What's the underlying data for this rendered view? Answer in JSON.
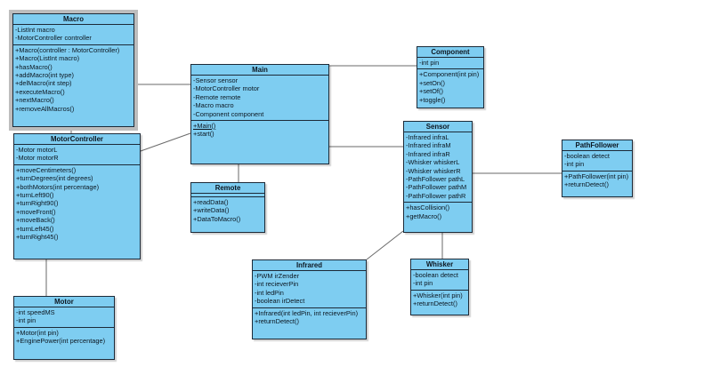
{
  "classes": {
    "macro": {
      "name": "Macro",
      "attributes": [
        "-ListInt macro",
        "-MotorController controller"
      ],
      "operations": [
        "+Macro(controller : MotorController)",
        "+Macro(ListInt macro)",
        "+hasMacro()",
        "+addMacro(int type)",
        "+delMacro(int step)",
        "+executeMacro()",
        "+nextMacro()",
        "+removeAllMacros()"
      ]
    },
    "main": {
      "name": "Main",
      "attributes": [
        "-Sensor sensor",
        "-MotorController motor",
        "-Remote remote",
        "-Macro macro",
        "-Component component"
      ],
      "operations": [
        "+Main()",
        "+start()"
      ]
    },
    "component": {
      "name": "Component",
      "attributes": [
        "-int pin"
      ],
      "operations": [
        "+Component(int pin)",
        "+setOn()",
        "+setOf()",
        "+toggle()"
      ]
    },
    "motorcontroller": {
      "name": "MotorController",
      "attributes": [
        "-Motor motorL",
        "-Motor motorR"
      ],
      "operations": [
        "+moveCentimeters()",
        "+turnDegrees(int degrees)",
        "+bothMotors(int percentage)",
        "+turnLeft90()",
        "+turnRight90()",
        "+moveFront()",
        "+moveBack()",
        "+turnLeft45()",
        "+turnRight45()"
      ]
    },
    "remote": {
      "name": "Remote",
      "attributes": [],
      "operations": [
        "+readData()",
        "+writeData()",
        "+DataToMacro()"
      ]
    },
    "sensor": {
      "name": "Sensor",
      "attributes": [
        "-Infrared infraL",
        "-Infrared infraM",
        "-Infrared infraR",
        "-Whisker whiskerL",
        "-Whisker whiskerR",
        "-PathFollower pathL",
        "-PathFollower pathM",
        "-PathFollower pathR"
      ],
      "operations": [
        "+hasCollision()",
        "+getMacro()"
      ]
    },
    "pathfollower": {
      "name": "PathFollower",
      "attributes": [
        "-boolean detect",
        "-int pin"
      ],
      "operations": [
        "+PathFollower(int pin)",
        "+returnDetect()"
      ]
    },
    "motor": {
      "name": "Motor",
      "attributes": [
        "-int speedMS",
        "-int pin"
      ],
      "operations": [
        "+Motor(int pin)",
        "+EnginePower(int percentage)"
      ]
    },
    "infrared": {
      "name": "Infrared",
      "attributes": [
        "-PWM irZender",
        "-int recieverPin",
        "-int ledPin",
        "-boolean irDetect"
      ],
      "operations": [
        "+Infrared(int ledPin, int recieverPin)",
        "+returnDetect()"
      ]
    },
    "whisker": {
      "name": "Whisker",
      "attributes": [
        "-boolean detect",
        "-int pin"
      ],
      "operations": [
        "+Whisker(int pin)",
        "+returnDetect()"
      ]
    }
  }
}
